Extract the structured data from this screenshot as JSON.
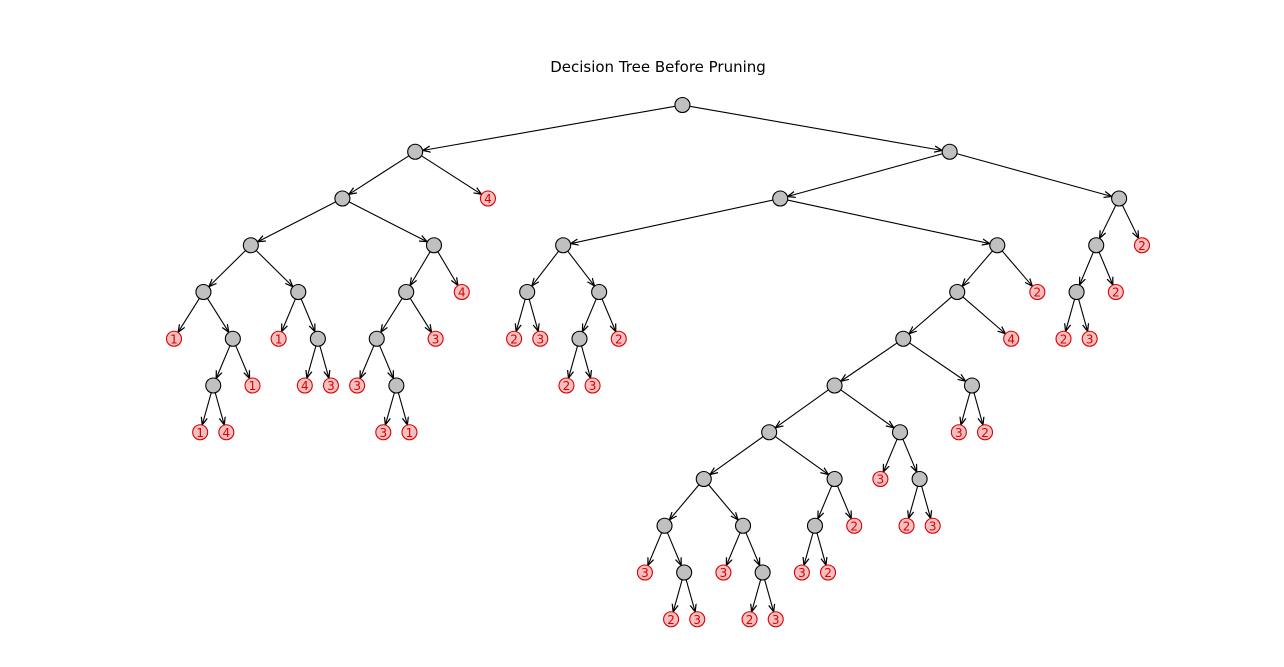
{
  "title": "Decision Tree Before Pruning",
  "colors": {
    "internal_fill": "#c0c0c0",
    "internal_stroke": "#000000",
    "leaf_fill": "#f2c0c0",
    "leaf_stroke": "#dd0000",
    "leaf_text": "#dd0000",
    "edge": "#000000"
  },
  "tree": {
    "children": [
      {
        "children": [
          {
            "children": [
              {
                "children": [
                  {
                    "children": [
                      {
                        "label": "1"
                      },
                      {
                        "children": [
                          {
                            "children": [
                              {
                                "label": "1"
                              },
                              {
                                "label": "4"
                              }
                            ]
                          },
                          {
                            "label": "1"
                          }
                        ]
                      }
                    ]
                  },
                  {
                    "children": [
                      {
                        "label": "1"
                      },
                      {
                        "children": [
                          {
                            "label": "4"
                          },
                          {
                            "label": "3"
                          }
                        ]
                      }
                    ]
                  }
                ]
              },
              {
                "children": [
                  {
                    "children": [
                      {
                        "children": [
                          {
                            "label": "3"
                          },
                          {
                            "children": [
                              {
                                "label": "3"
                              },
                              {
                                "label": "1"
                              }
                            ]
                          }
                        ]
                      },
                      {
                        "label": "3"
                      }
                    ]
                  },
                  {
                    "label": "4"
                  }
                ]
              }
            ]
          },
          {
            "label": "4"
          }
        ]
      },
      {
        "children": [
          {
            "children": [
              {
                "children": [
                  {
                    "children": [
                      {
                        "label": "2"
                      },
                      {
                        "label": "3"
                      }
                    ]
                  },
                  {
                    "children": [
                      {
                        "children": [
                          {
                            "label": "2"
                          },
                          {
                            "label": "3"
                          }
                        ]
                      },
                      {
                        "label": "2"
                      }
                    ]
                  }
                ]
              },
              {
                "children": [
                  {
                    "children": [
                      {
                        "children": [
                          {
                            "children": [
                              {
                                "children": [
                                  {
                                    "children": [
                                      {
                                        "children": [
                                          {
                                            "label": "3"
                                          },
                                          {
                                            "children": [
                                              {
                                                "label": "2"
                                              },
                                              {
                                                "label": "3"
                                              }
                                            ]
                                          }
                                        ]
                                      },
                                      {
                                        "children": [
                                          {
                                            "label": "3"
                                          },
                                          {
                                            "children": [
                                              {
                                                "label": "2"
                                              },
                                              {
                                                "label": "3"
                                              }
                                            ]
                                          }
                                        ]
                                      }
                                    ]
                                  },
                                  {
                                    "children": [
                                      {
                                        "children": [
                                          {
                                            "label": "3"
                                          },
                                          {
                                            "label": "2"
                                          }
                                        ]
                                      },
                                      {
                                        "label": "2"
                                      }
                                    ]
                                  }
                                ]
                              },
                              {
                                "children": [
                                  {
                                    "label": "3"
                                  },
                                  {
                                    "children": [
                                      {
                                        "label": "2"
                                      },
                                      {
                                        "label": "3"
                                      }
                                    ]
                                  }
                                ]
                              }
                            ]
                          },
                          {
                            "children": [
                              {
                                "label": "3"
                              },
                              {
                                "label": "2"
                              }
                            ]
                          }
                        ]
                      },
                      {
                        "label": "4"
                      }
                    ]
                  },
                  {
                    "label": "2"
                  }
                ]
              }
            ]
          },
          {
            "children": [
              {
                "children": [
                  {
                    "children": [
                      {
                        "label": "2"
                      },
                      {
                        "label": "3"
                      }
                    ]
                  },
                  {
                    "label": "2"
                  }
                ]
              },
              {
                "label": "2"
              }
            ]
          }
        ]
      }
    ]
  }
}
